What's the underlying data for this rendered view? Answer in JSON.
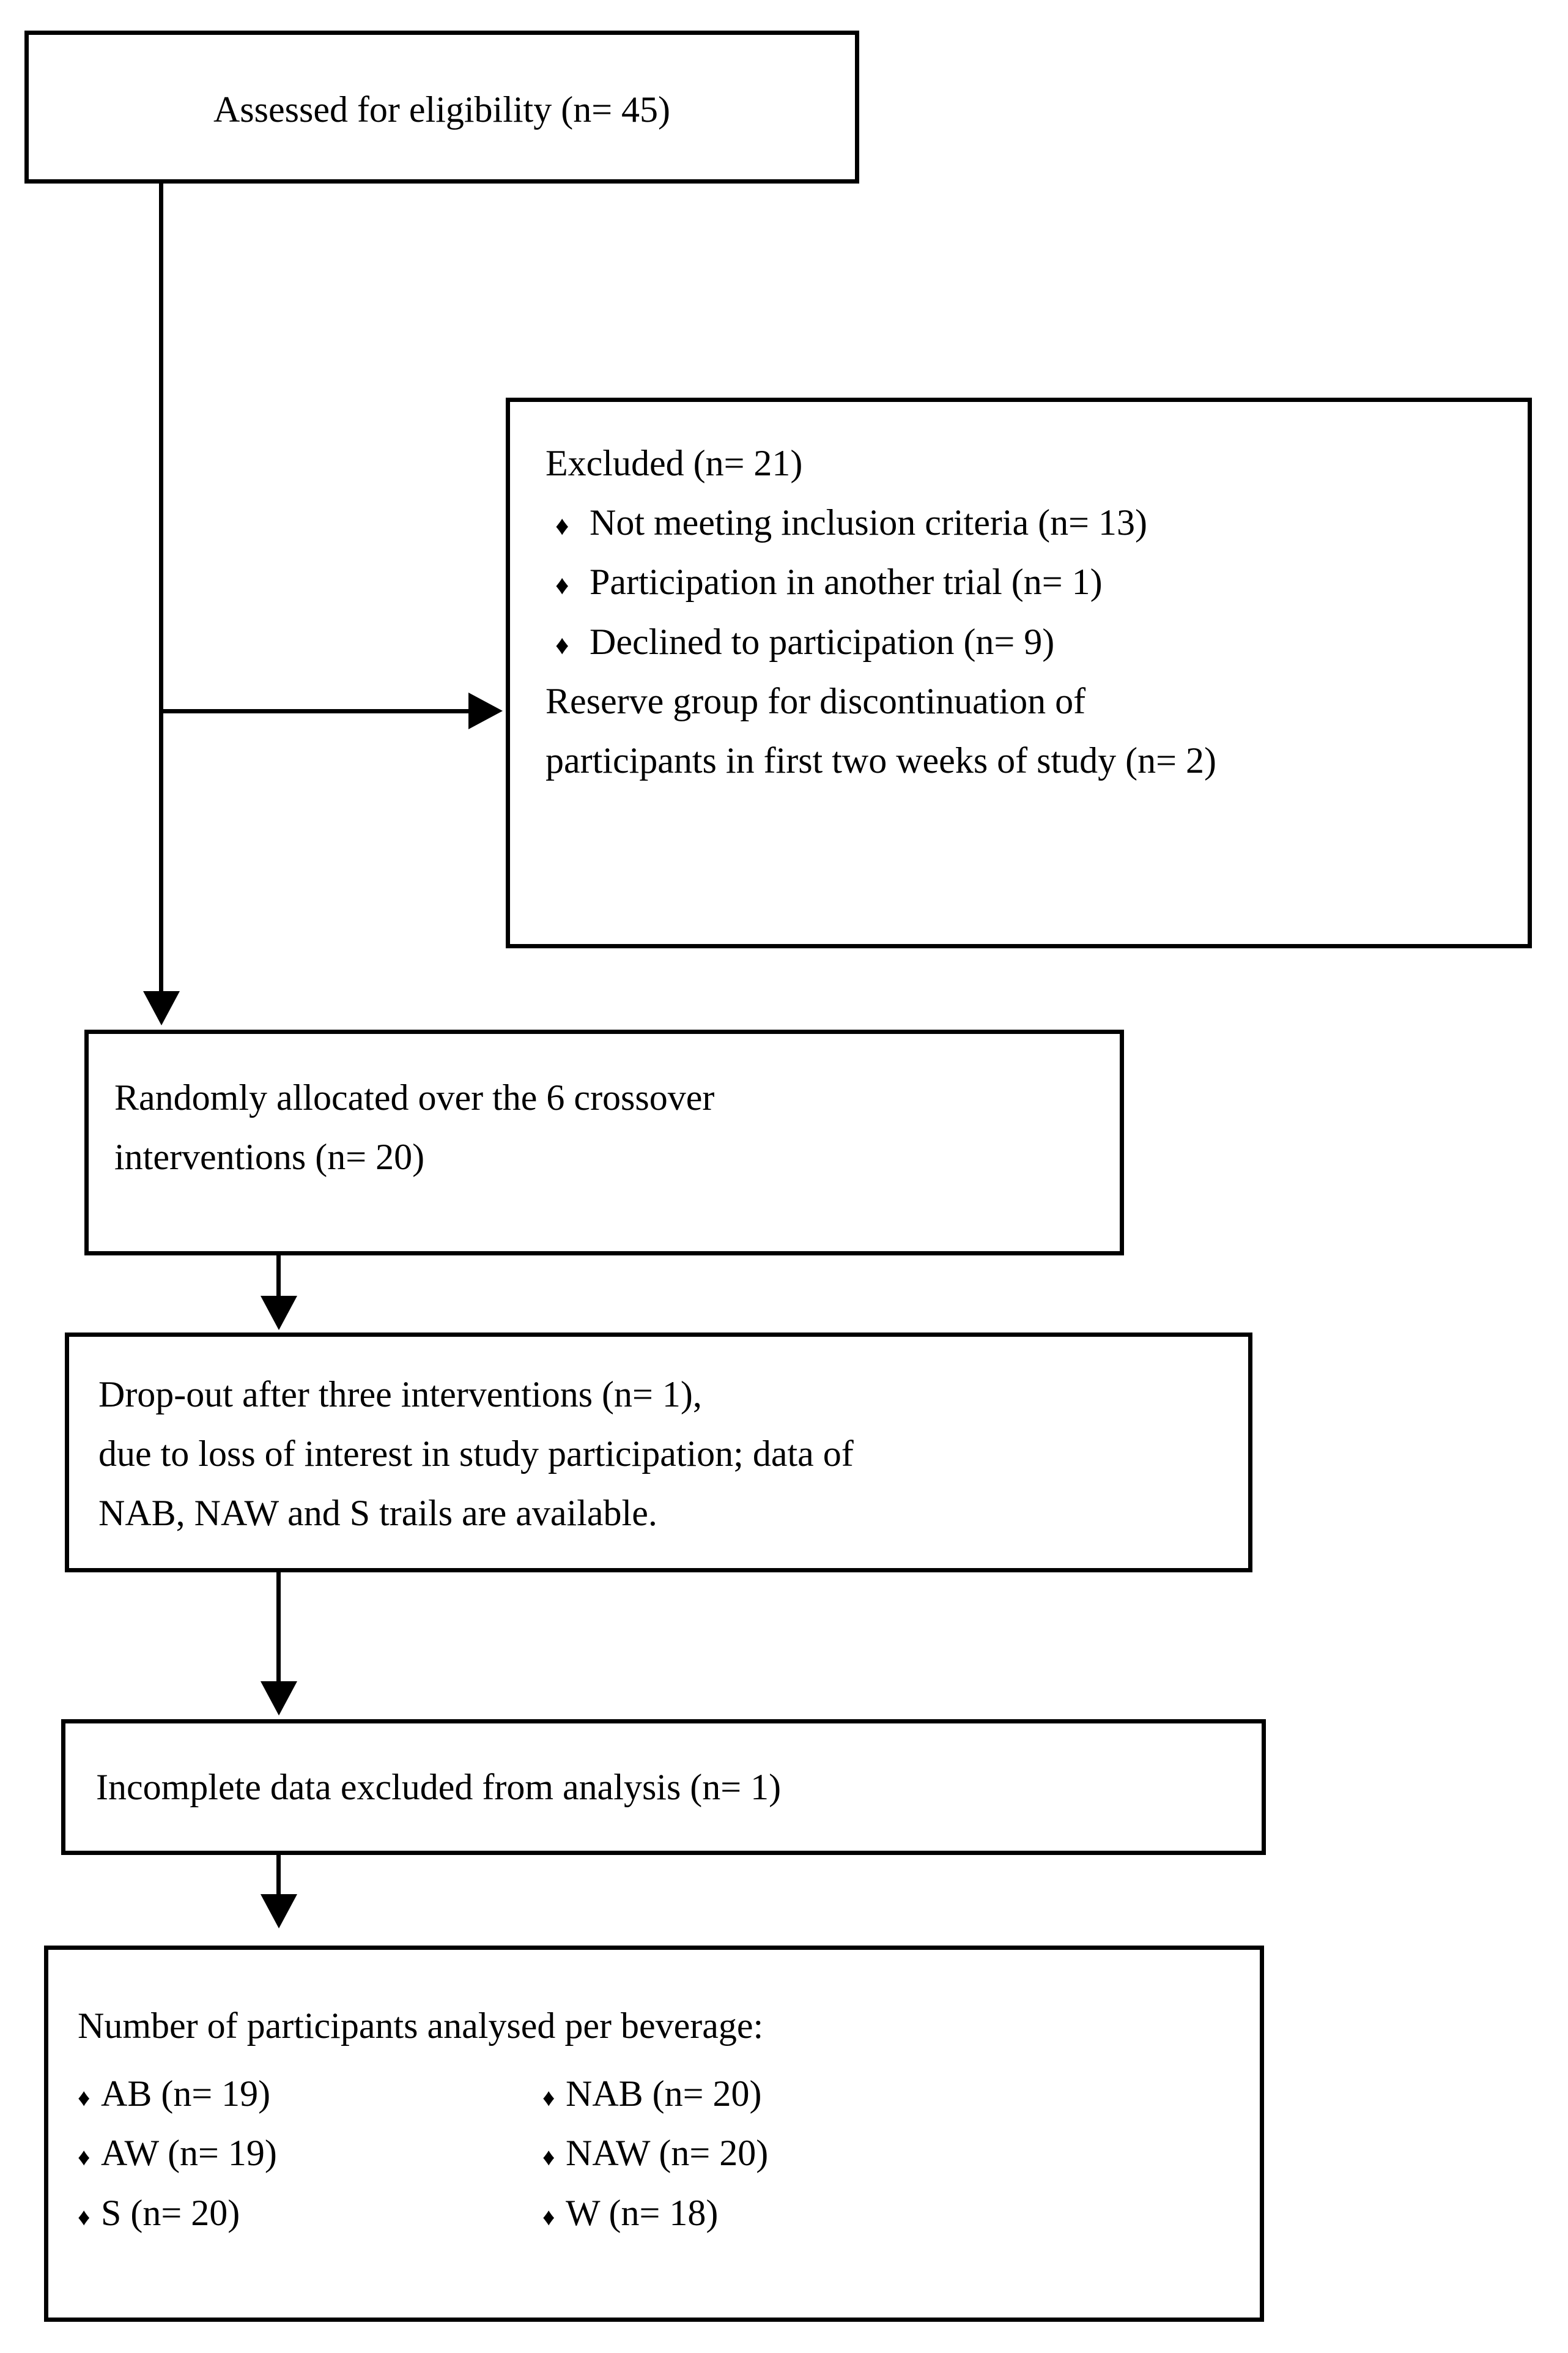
{
  "diagram": {
    "title": "CONSORT participant flow diagram",
    "ink_color": "#000000",
    "background_color": "#ffffff",
    "bullet_glyph": "♦"
  },
  "box_assessed": {
    "text": "Assessed for eligibility (n= 45)"
  },
  "box_excluded": {
    "heading": "Excluded (n= 21)",
    "bullets": [
      "Not meeting inclusion criteria (n= 13)",
      "Participation in another trial (n= 1)",
      "Declined to participation (n= 9)"
    ],
    "note_line1": "Reserve group for discontinuation of",
    "note_line2": "participants in first two weeks of study (n= 2)"
  },
  "box_allocated": {
    "line1": "Randomly allocated over the 6 crossover",
    "line2": "interventions (n= 20)"
  },
  "box_dropout": {
    "line1": "Drop-out after three interventions (n= 1),",
    "line2": "due to loss of interest in study participation; data of",
    "line3": "NAB, NAW and S trails are available."
  },
  "box_incomplete": {
    "text": "Incomplete data excluded from analysis (n= 1)"
  },
  "box_analysed": {
    "heading": "Number of participants analysed per beverage:",
    "items": [
      {
        "label": "AB (n= 19)"
      },
      {
        "label": "NAB (n= 20)"
      },
      {
        "label": "AW (n= 19)"
      },
      {
        "label": "NAW (n= 20)"
      },
      {
        "label": "S (n= 20)"
      },
      {
        "label": "W (n= 18)"
      }
    ]
  },
  "connectors": {
    "assessed_to_allocated": "vertical-arrow",
    "assessed_to_excluded": "horizontal-arrow",
    "allocated_to_dropout": "vertical-arrow",
    "dropout_to_incomplete": "vertical-arrow",
    "incomplete_to_analysed": "vertical-arrow"
  }
}
